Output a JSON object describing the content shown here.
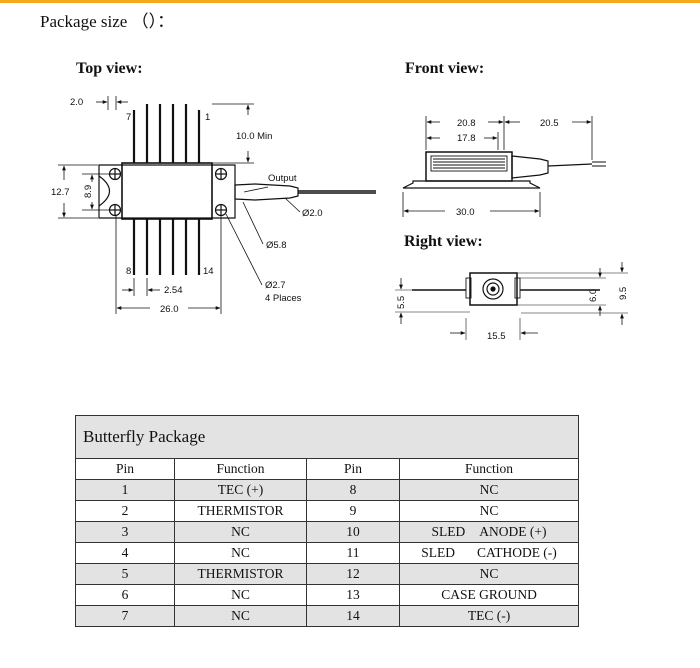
{
  "heading": "Package size （）：",
  "views": {
    "top": "Top view:",
    "front": "Front view:",
    "right": "Right view:"
  },
  "top_dims": {
    "d_2_0": "2.0",
    "pin_7": "7",
    "pin_1": "1",
    "d_10_min": "10.0 Min",
    "output": "Output",
    "d_12_7": "12.7",
    "d_8_9": "8.9",
    "d_dia_2_0": "Ø2.0",
    "d_dia_5_8": "Ø5.8",
    "pin_8": "8",
    "pin_14": "14",
    "d_2_54": "2.54",
    "d_dia_2_7": "Ø2.7",
    "four_places": "4 Places",
    "d_26_0": "26.0"
  },
  "front_dims": {
    "d_20_8": "20.8",
    "d_17_8": "17.8",
    "d_20_5": "20.5",
    "d_30_0": "30.0"
  },
  "right_dims": {
    "d_5_5": "5.5",
    "d_6_0": "6.0",
    "d_9_5": "9.5",
    "d_15_5": "15.5"
  },
  "table": {
    "title": "Butterfly Package",
    "headers": [
      "Pin",
      "Function",
      "Pin",
      "Function"
    ],
    "rows": [
      {
        "pin_a": "1",
        "fn_a": "TEC (+)",
        "pin_b": "8",
        "fn_b": "NC"
      },
      {
        "pin_a": "2",
        "fn_a": "THERMISTOR",
        "pin_b": "9",
        "fn_b": "NC"
      },
      {
        "pin_a": "3",
        "fn_a": "NC",
        "pin_b": "10",
        "fn_b_1": "SLED",
        "fn_b_2": "ANODE (+)"
      },
      {
        "pin_a": "4",
        "fn_a": "NC",
        "pin_b": "11",
        "fn_b_1": "SLED",
        "fn_b_2": "CATHODE (-)"
      },
      {
        "pin_a": "5",
        "fn_a": "THERMISTOR",
        "pin_b": "12",
        "fn_b": "NC"
      },
      {
        "pin_a": "6",
        "fn_a": "NC",
        "pin_b": "13",
        "fn_b": "CASE GROUND"
      },
      {
        "pin_a": "7",
        "fn_a": "NC",
        "pin_b": "14",
        "fn_b": "TEC (-)"
      }
    ]
  }
}
